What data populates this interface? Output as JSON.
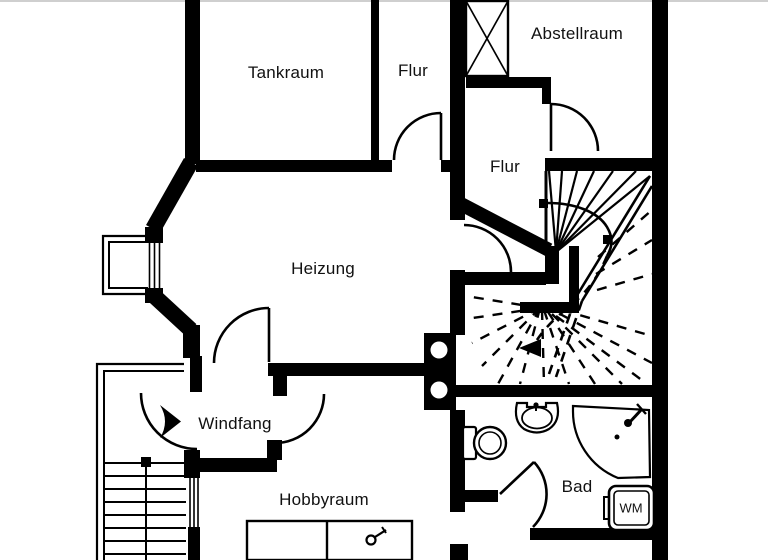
{
  "rooms": {
    "tankraum": "Tankraum",
    "flur_top": "Flur",
    "abstellraum": "Abstellraum",
    "flur_stair": "Flur",
    "heizung": "Heizung",
    "windfang": "Windfang",
    "hobbyraum": "Hobbyraum",
    "bad": "Bad"
  },
  "appliances": {
    "washing_machine": "WM"
  },
  "symbols": {
    "entrance_arrow": "entrance-direction-arrow",
    "key": "key-symbol",
    "chimney": "chimney-with-two-flues",
    "shaft": "crossed-shaft-box",
    "stair": "winder-staircase-with-walk-line"
  },
  "colors": {
    "wall": "#000000",
    "background": "#ffffff",
    "top_edge": "#cfcfcf"
  }
}
